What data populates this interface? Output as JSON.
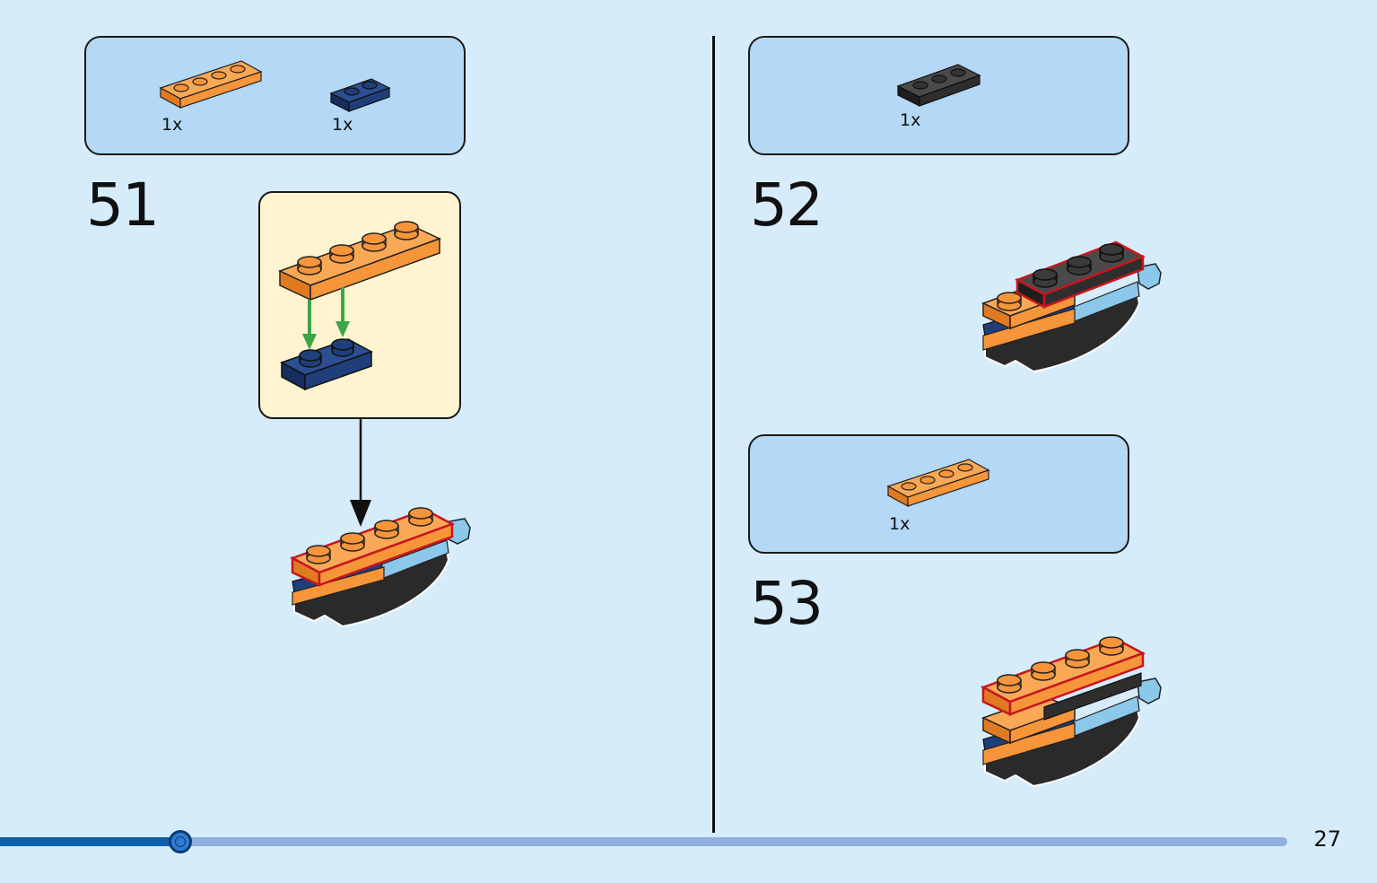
{
  "steps": [
    {
      "number": "51",
      "parts": [
        {
          "qty": "1x",
          "icon": "orange-plate-1x4-icon"
        },
        {
          "qty": "1x",
          "icon": "dark-blue-plate-1x2-icon"
        }
      ]
    },
    {
      "number": "52",
      "parts": [
        {
          "qty": "1x",
          "icon": "black-plate-1x3-icon"
        }
      ]
    },
    {
      "number": "53",
      "parts": [
        {
          "qty": "1x",
          "icon": "orange-plate-1x4-icon"
        }
      ]
    }
  ],
  "page": {
    "number": "27",
    "progress": 0.14
  },
  "colors": {
    "page_background": "#d6ecfb",
    "parts_box": "#b4d8f5",
    "callout": "#fff4cf",
    "orange": "#f7953b",
    "dark_blue": "#1f3e7a",
    "black_brick": "#2a2a2a",
    "light_blue": "#8cc8ea",
    "progress_fill": "#0b5eaa",
    "progress_track": "#8fb0de",
    "arrow_green": "#3aa648"
  }
}
